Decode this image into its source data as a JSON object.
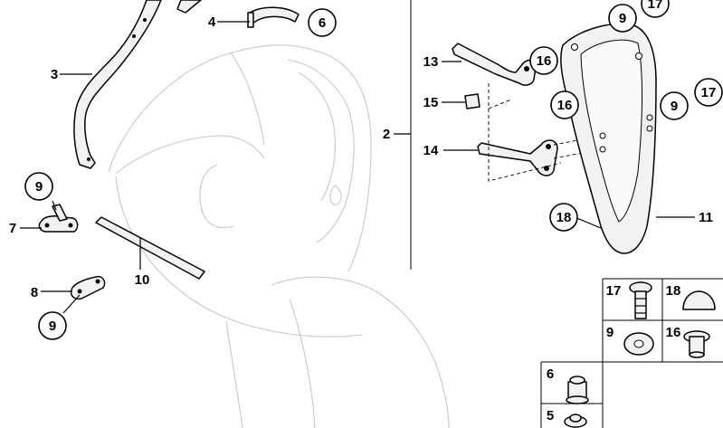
{
  "labels": {
    "n2": "2",
    "n3": "3",
    "n4": "4",
    "n5": "5",
    "n6": "6",
    "n7": "7",
    "n8": "8",
    "n9": "9",
    "n10": "10",
    "n11": "11",
    "n13": "13",
    "n14": "14",
    "n15": "15",
    "n16": "16",
    "n17": "17",
    "n18": "18"
  }
}
